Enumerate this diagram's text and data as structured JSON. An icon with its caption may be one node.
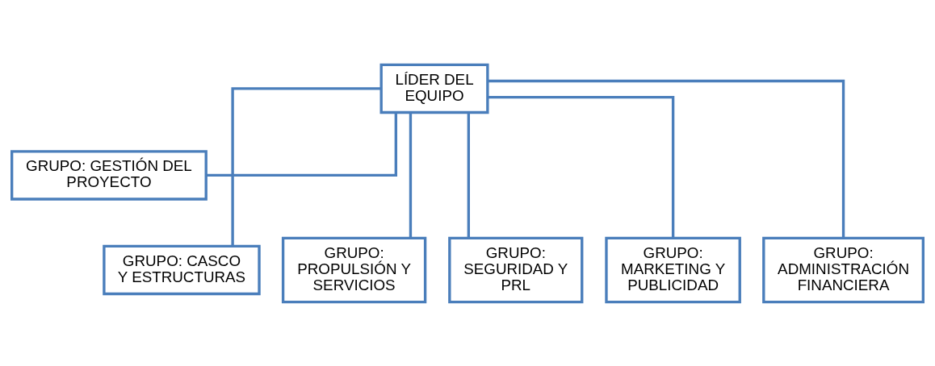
{
  "diagram": {
    "nodes": [
      {
        "text": [
          "LÍDER DEL EQUIPO"
        ]
      },
      {
        "text": [
          "GRUPO: GESTIÓN DEL PROYECTO"
        ]
      },
      {
        "text": [
          "GRUPO: CASCO Y ESTRUCTURAS"
        ]
      },
      {
        "text": [
          "GRUPO: PROPULSIÓN Y SERVICIOS"
        ]
      },
      {
        "text": [
          "GRUPO: SEGURIDAD Y PRL"
        ]
      },
      {
        "text": [
          "GRUPO: MARKETING Y PUBLICIDAD"
        ]
      },
      {
        "text": [
          "GRUPO: ADMINISTRACIÓN FINANCIERA"
        ]
      }
    ],
    "edges": [
      {
        "from": 0,
        "to": 1,
        "arrow": "none"
      },
      {
        "from": 0,
        "to": 2,
        "arrow": "none"
      },
      {
        "from": 0,
        "to": 3,
        "arrow": "none"
      },
      {
        "from": 0,
        "to": 4,
        "arrow": "none"
      },
      {
        "from": 0,
        "to": 5,
        "arrow": "none"
      },
      {
        "from": 0,
        "to": 6,
        "arrow": "none"
      }
    ]
  }
}
